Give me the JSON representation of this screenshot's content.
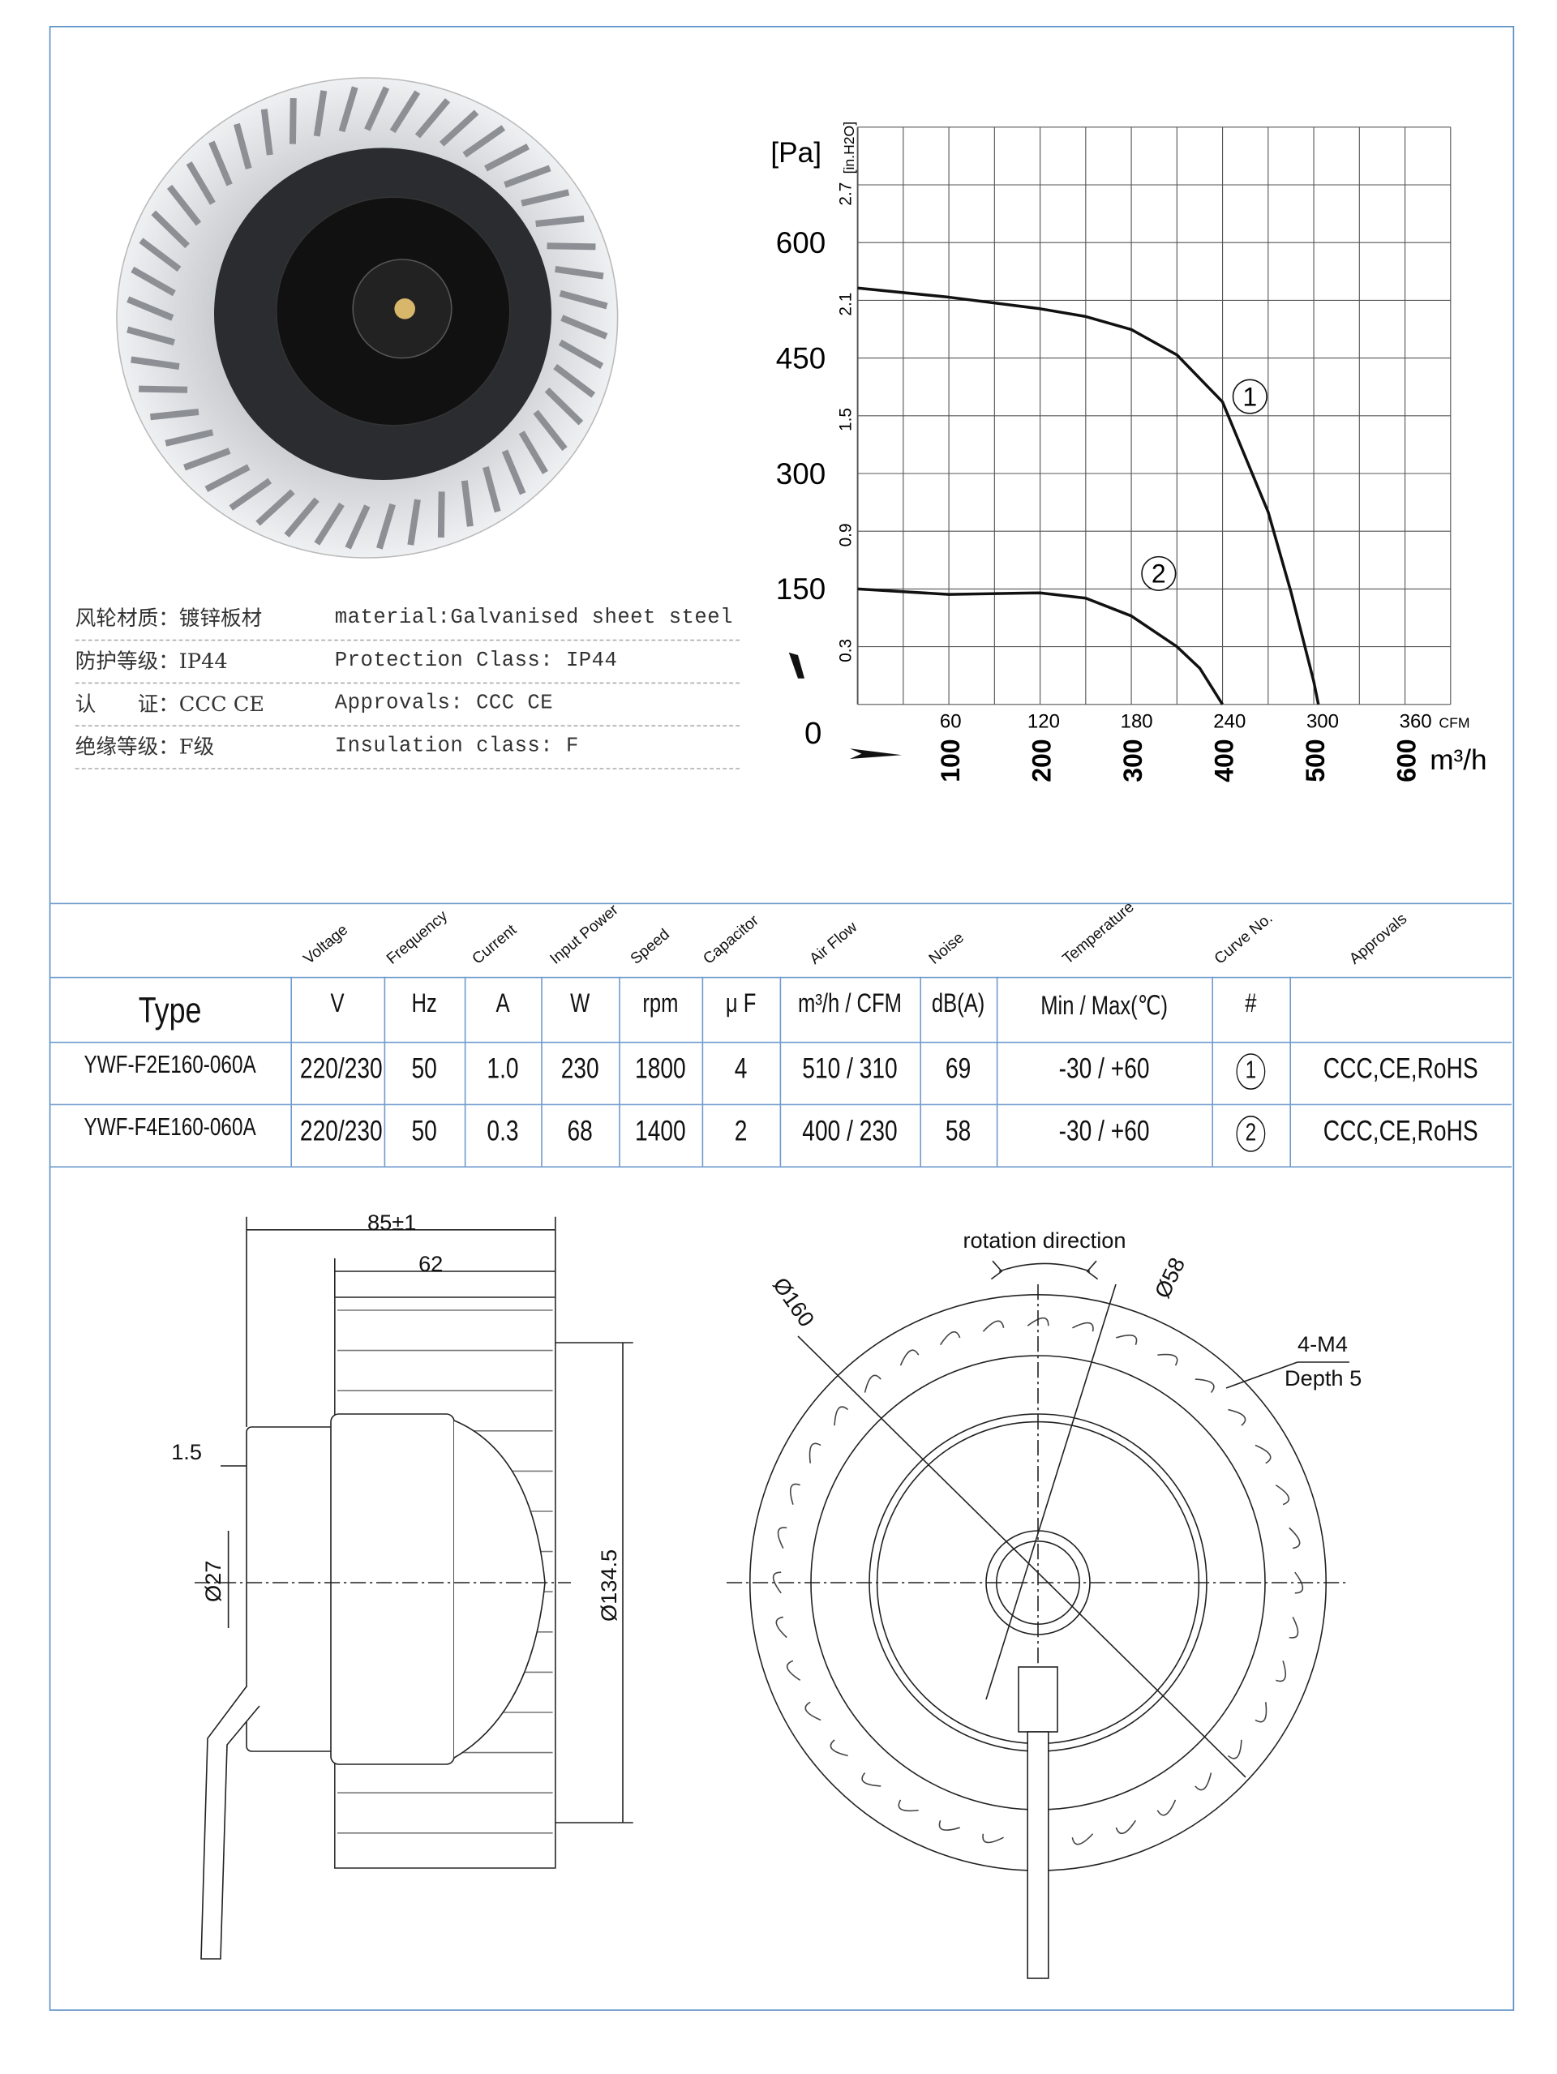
{
  "specs": [
    {
      "cn": "风轮材质：镀锌板材",
      "en": "material:Galvanised sheet steel"
    },
    {
      "cn": "防护等级：IP44",
      "en": "Protection Class: IP44"
    },
    {
      "cn": "认　　证：CCC CE",
      "en": "Approvals: CCC  CE"
    },
    {
      "cn": "绝缘等级：F级",
      "en": "Insulation class: F"
    }
  ],
  "chart_data": {
    "type": "line",
    "title": "",
    "ylabel": "[Pa]",
    "ylabel_secondary": "[in.H2O]",
    "xlabel": "m³/h",
    "xlabel_secondary": "CFM",
    "xlim": [
      0,
      650
    ],
    "ylim": [
      0,
      750
    ],
    "grid": true,
    "x_ticks": [
      "100",
      "200",
      "300",
      "400",
      "500",
      "600"
    ],
    "x_tick_values": [
      100,
      200,
      300,
      400,
      500,
      600
    ],
    "x2_ticks": [
      "60",
      "120",
      "180",
      "240",
      "300",
      "360"
    ],
    "y_ticks": [
      "150",
      "300",
      "450",
      "600"
    ],
    "y_tick_values": [
      150,
      300,
      450,
      600
    ],
    "y_zero_label": "0",
    "y2_ticks": [
      "0.3",
      "0.9",
      "1.5",
      "2.1",
      "2.7"
    ],
    "series": [
      {
        "name": "①",
        "x": [
          0,
          100,
          200,
          250,
          300,
          350,
          400,
          450,
          475,
          500,
          505
        ],
        "y": [
          541,
          529,
          514,
          504,
          487,
          454,
          393,
          250,
          146,
          30,
          0
        ]
      },
      {
        "name": "②",
        "x": [
          0,
          100,
          200,
          250,
          300,
          350,
          375,
          400
        ],
        "y": [
          150,
          143,
          145,
          138,
          115,
          75,
          47,
          0
        ]
      }
    ]
  },
  "table": {
    "header_labels": [
      "Voltage",
      "Frequency",
      "Current",
      "Input Power",
      "Speed",
      "Capacitor",
      "Air Flow",
      "Noise",
      "Temperature",
      "Curve No.",
      "Approvals"
    ],
    "units": [
      "Type",
      "V",
      "Hz",
      "A",
      "W",
      "rpm",
      "μ F",
      "m³/h / CFM",
      "dB(A)",
      "Min / Max(℃)",
      "#",
      ""
    ],
    "rows": [
      {
        "type": "YWF-F2E160-060A",
        "voltage": "220/230",
        "frequency": "50",
        "current": "1.0",
        "power": "230",
        "speed": "1800",
        "capacitor": "4",
        "airflow": "510 / 310",
        "noise": "69",
        "temperature": "-30 / +60",
        "curve": "1",
        "approvals": "CCC,CE,RoHS"
      },
      {
        "type": "YWF-F4E160-060A",
        "voltage": "220/230",
        "frequency": "50",
        "current": "0.3",
        "power": "68",
        "speed": "1400",
        "capacitor": "2",
        "airflow": "400 / 230",
        "noise": "58",
        "temperature": "-30 / +60",
        "curve": "2",
        "approvals": "CCC,CE,RoHS"
      }
    ]
  },
  "drawing": {
    "side": {
      "overall_length": "85±1",
      "impeller_length": "62",
      "flange": "1.5",
      "hub_diameter": "Ø27",
      "impeller_diameter": "Ø134.5"
    },
    "front": {
      "rotation": "rotation direction",
      "outer_diameter": "Ø160",
      "bolt_circle": "Ø58",
      "thread": "4-M4",
      "depth": "Depth 5"
    }
  },
  "colors": {
    "frame": "#5b8fc4",
    "table_lines": "#6f9bcc",
    "curve": "#111111"
  }
}
